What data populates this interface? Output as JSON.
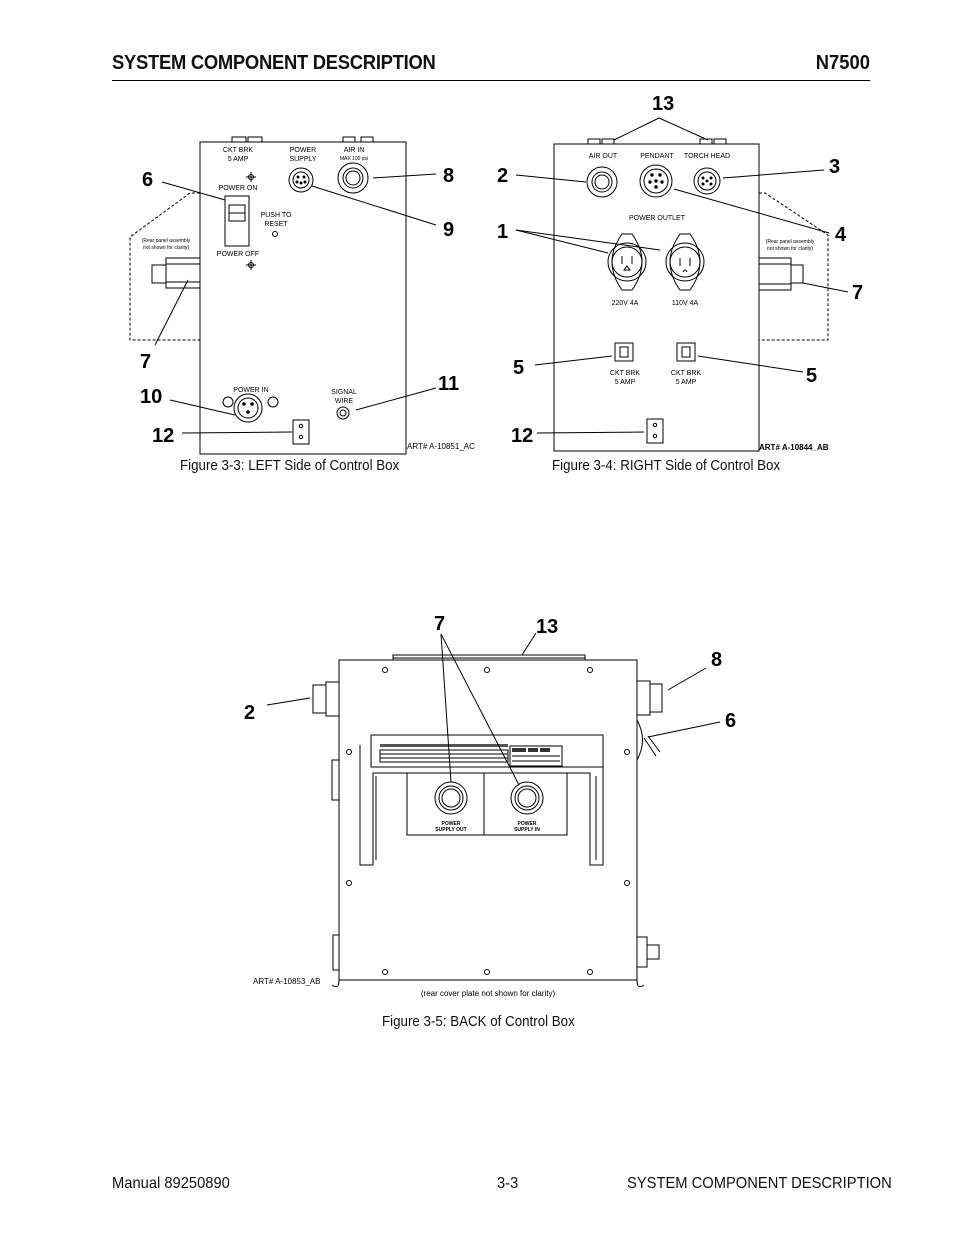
{
  "header": {
    "title": "SYSTEM COMPONENT DESCRIPTION",
    "model": "N7500"
  },
  "fig33": {
    "caption": "Figure 3-3: LEFT Side of Control Box",
    "art": "ART# A-10851_AC",
    "panel": {
      "ckt_brk_1": "CKT BRK",
      "ckt_brk_2": "5 AMP",
      "power_supply_1": "POWER",
      "power_supply_2": "SUPPLY",
      "air_in": "AIR IN",
      "air_in_sub": "MAX 100 psi",
      "power_on": "POWER ON",
      "power_off": "POWER OFF",
      "push_reset_1": "PUSH TO",
      "push_reset_2": "RESET",
      "power_in": "POWER IN",
      "signal_1": "SIGNAL",
      "signal_2": "WIRE",
      "note_1": "(Rear panel assembly",
      "note_2": "not shown for clarity)"
    },
    "callouts": {
      "c6": "6",
      "c8": "8",
      "c9": "9",
      "c7": "7",
      "c10": "10",
      "c11": "11",
      "c12": "12"
    }
  },
  "fig34": {
    "caption": "Figure 3-4: RIGHT Side of Control Box",
    "art": "ART# A-10844_AB",
    "panel": {
      "air_out": "AIR OUT",
      "pendant": "PENDANT",
      "torch_head": "TORCH HEAD",
      "power_outlet": "POWER OUTLET",
      "v220": "220V 4A",
      "v110": "110V 4A",
      "ckt_a_1": "CKT BRK",
      "ckt_a_2": "5 AMP",
      "ckt_b_1": "CKT BRK",
      "ckt_b_2": "5 AMP",
      "note_1": "(Rear panel assembly",
      "note_2": "not shown for clarity)"
    },
    "callouts": {
      "c13": "13",
      "c2": "2",
      "c3": "3",
      "c1": "1",
      "c4": "4",
      "c7": "7",
      "c5a": "5",
      "c5b": "5",
      "c12": "12"
    }
  },
  "fig35": {
    "caption": "Figure 3-5: BACK of Control Box",
    "art": "ART# A-10853_AB",
    "note": "(rear cover plate not shown for clarity)",
    "panel": {
      "ps_out_1": "POWER",
      "ps_out_2": "SUPPLY OUT",
      "ps_in_1": "POWER",
      "ps_in_2": "SUPPLY IN"
    },
    "callouts": {
      "c7": "7",
      "c13": "13",
      "c8": "8",
      "c2": "2",
      "c6": "6"
    }
  },
  "footer": {
    "manual": "Manual 89250890",
    "page": "3-3",
    "section": "SYSTEM COMPONENT DESCRIPTION"
  }
}
